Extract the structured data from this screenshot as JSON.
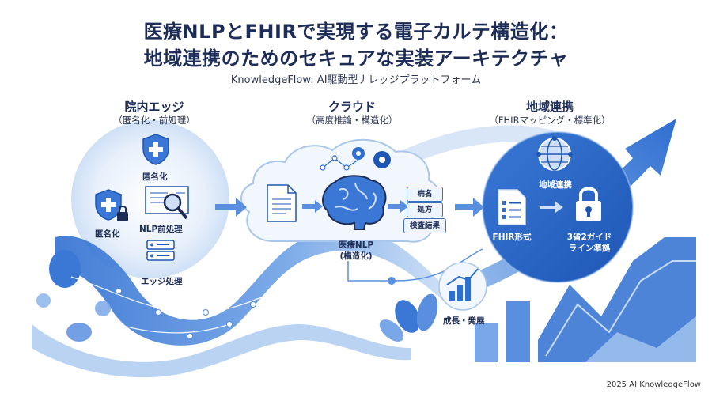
{
  "header": {
    "title_line1": "医療NLPとFHIRで実現する電子カルテ構造化：",
    "title_line2": "地域連携のためのセキュアな実装アーキテクチャ",
    "subtitle": "KnowledgeFlow: AI駆動型ナレッジプラットフォーム"
  },
  "sections": {
    "edge": {
      "title": "院内エッジ",
      "subtitle": "（匿名化・前処理）"
    },
    "cloud": {
      "title": "クラウド",
      "subtitle": "（高度推論・構造化）"
    },
    "regional": {
      "title": "地域連携",
      "subtitle": "（FHIRマッピング・標準化）"
    }
  },
  "edge_labels": {
    "anon_top": "匿名化",
    "anon_left": "匿名化",
    "nlp_pre": "NLP前処理",
    "edge_proc": "エッジ処理"
  },
  "cloud_labels": {
    "nlp": "医療NLP",
    "nlp_sub": "(構造化)",
    "tags": [
      "病名",
      "処方",
      "検査結果"
    ]
  },
  "regional_labels": {
    "link": "地域連携",
    "fhir": "FHIR形式",
    "guide_line1": "3省2ガイド",
    "guide_line2": "ライン準拠"
  },
  "growth_label": "成長・発展",
  "footer": "2025 AI KnowledgeFlow",
  "colors": {
    "navy": "#1d2d57",
    "blue": "#2f6fd1",
    "light_blue": "#cfe0f6",
    "accent_circle": "#2a63c4"
  }
}
